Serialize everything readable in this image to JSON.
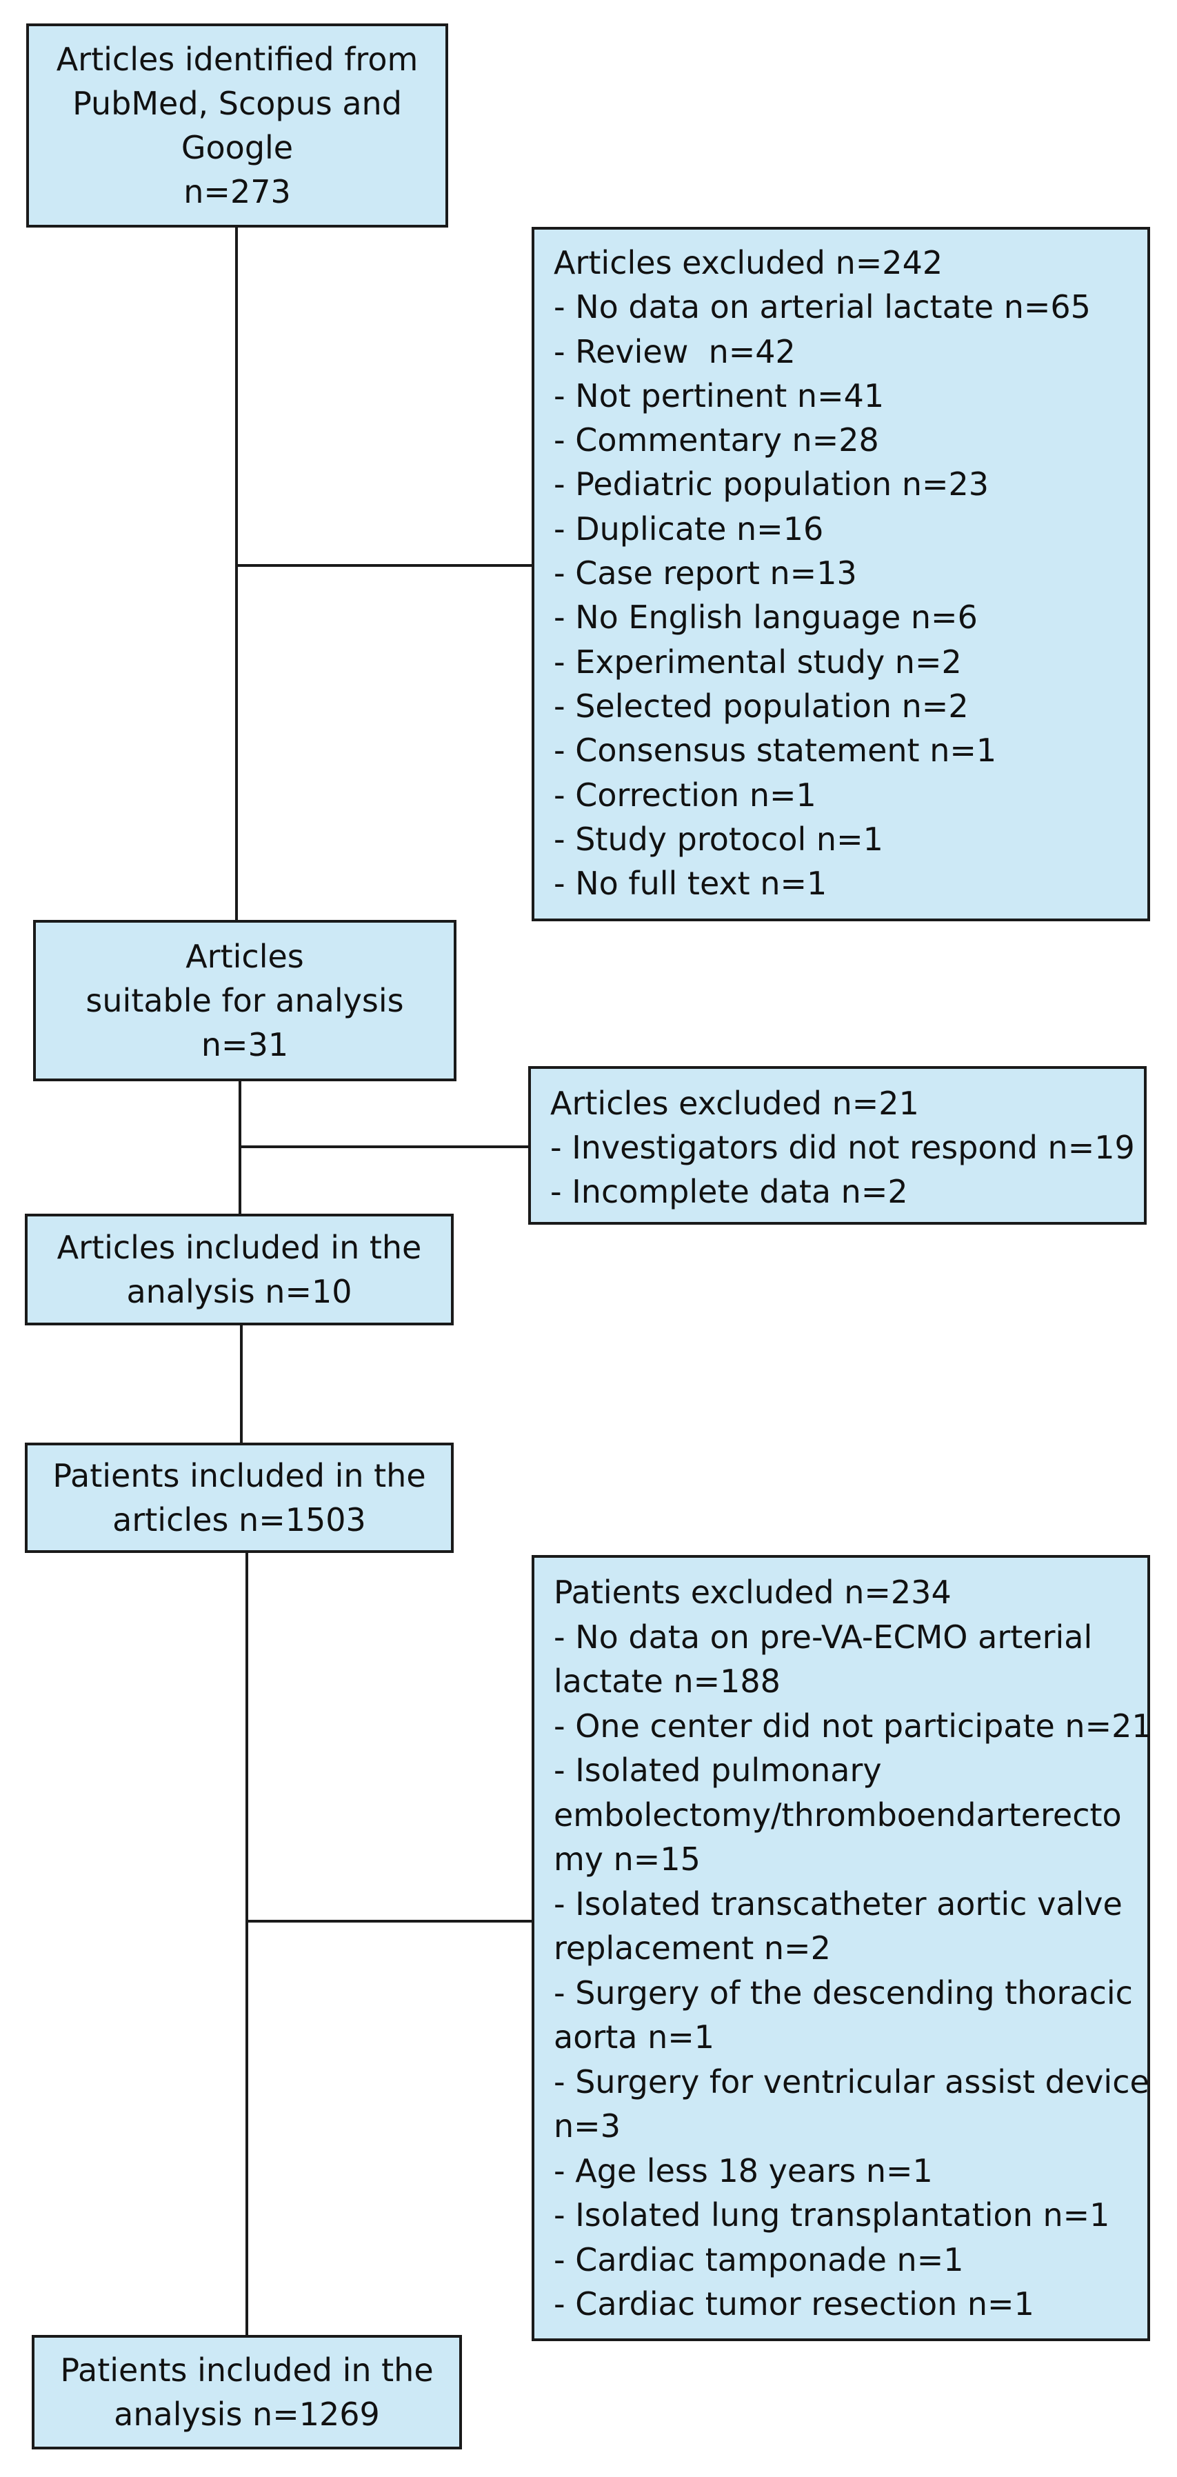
{
  "boxes": {
    "identified": {
      "lines": [
        "Articles identified from",
        "PubMed, Scopus and",
        "Google",
        "n=273"
      ]
    },
    "excluded_1": {
      "lines": [
        "Articles excluded n=242",
        "- No data on arterial lactate n=65",
        "- Review  n=42",
        "- Not pertinent n=41",
        "- Commentary n=28",
        "- Pediatric population n=23",
        "- Duplicate n=16",
        "- Case report n=13",
        "- No English language n=6",
        "- Experimental study n=2",
        "- Selected population n=2",
        "- Consensus statement n=1",
        "- Correction n=1",
        "- Study protocol n=1",
        "- No full text n=1"
      ]
    },
    "suitable": {
      "lines": [
        "Articles",
        "suitable for analysis",
        "n=31"
      ]
    },
    "excluded_2": {
      "lines": [
        "Articles excluded n=21",
        "- Investigators did not respond n=19",
        "- Incomplete data n=2"
      ]
    },
    "included_articles": {
      "lines": [
        "Articles included in the",
        "analysis n=10"
      ]
    },
    "patients_included": {
      "lines": [
        "Patients included in the",
        "articles n=1503"
      ]
    },
    "excluded_3": {
      "lines": [
        "Patients excluded n=234",
        "- No data on pre-VA-ECMO arterial",
        "lactate n=188",
        "- One center did not participate n=21",
        "- Isolated pulmonary",
        "embolectomy/thromboendarterecto",
        "my n=15",
        "- Isolated transcatheter aortic valve",
        "replacement n=2",
        "- Surgery of the descending thoracic",
        "aorta n=1",
        "- Surgery for ventricular assist device",
        "n=3",
        "- Age less 18 years n=1",
        "- Isolated lung transplantation n=1",
        "- Cardiac tamponade n=1",
        "- Cardiac tumor resection n=1"
      ]
    },
    "final": {
      "lines": [
        "Patients included in the",
        "analysis n=1269"
      ]
    }
  }
}
